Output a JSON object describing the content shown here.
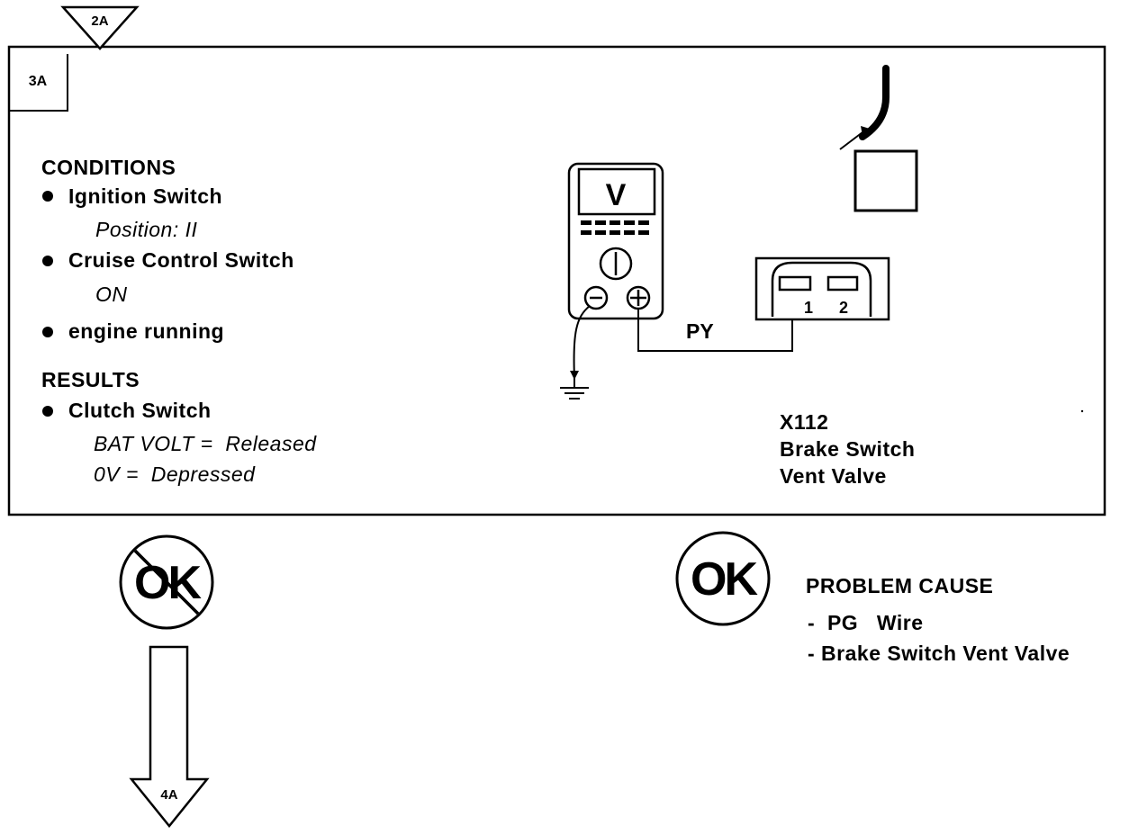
{
  "flow": {
    "entry_step": "2A",
    "current_step": "3A",
    "next_step": "4A"
  },
  "conditions": {
    "heading": "CONDITIONS",
    "items": [
      {
        "label": "Ignition Switch",
        "detail": "Position: II"
      },
      {
        "label": "Cruise Control Switch",
        "detail": "ON"
      },
      {
        "label": "engine running",
        "detail": ""
      }
    ]
  },
  "results": {
    "heading": "RESULTS",
    "items": [
      {
        "label": "Clutch Switch",
        "details": [
          "BAT VOLT =  Released",
          "0V =  Depressed"
        ]
      }
    ]
  },
  "meter": {
    "display": "V",
    "wire_label": "PY",
    "terminal_pins": [
      "1",
      "2"
    ]
  },
  "component": {
    "id": "X112",
    "name_line1": "Brake Switch",
    "name_line2": "Vent Valve"
  },
  "outcomes": {
    "not_ok_label": "OK",
    "ok_label": "OK"
  },
  "problem_cause": {
    "heading": "PROBLEM CAUSE",
    "items": [
      "-  PG   Wire",
      "- Brake Switch Vent Valve"
    ]
  }
}
